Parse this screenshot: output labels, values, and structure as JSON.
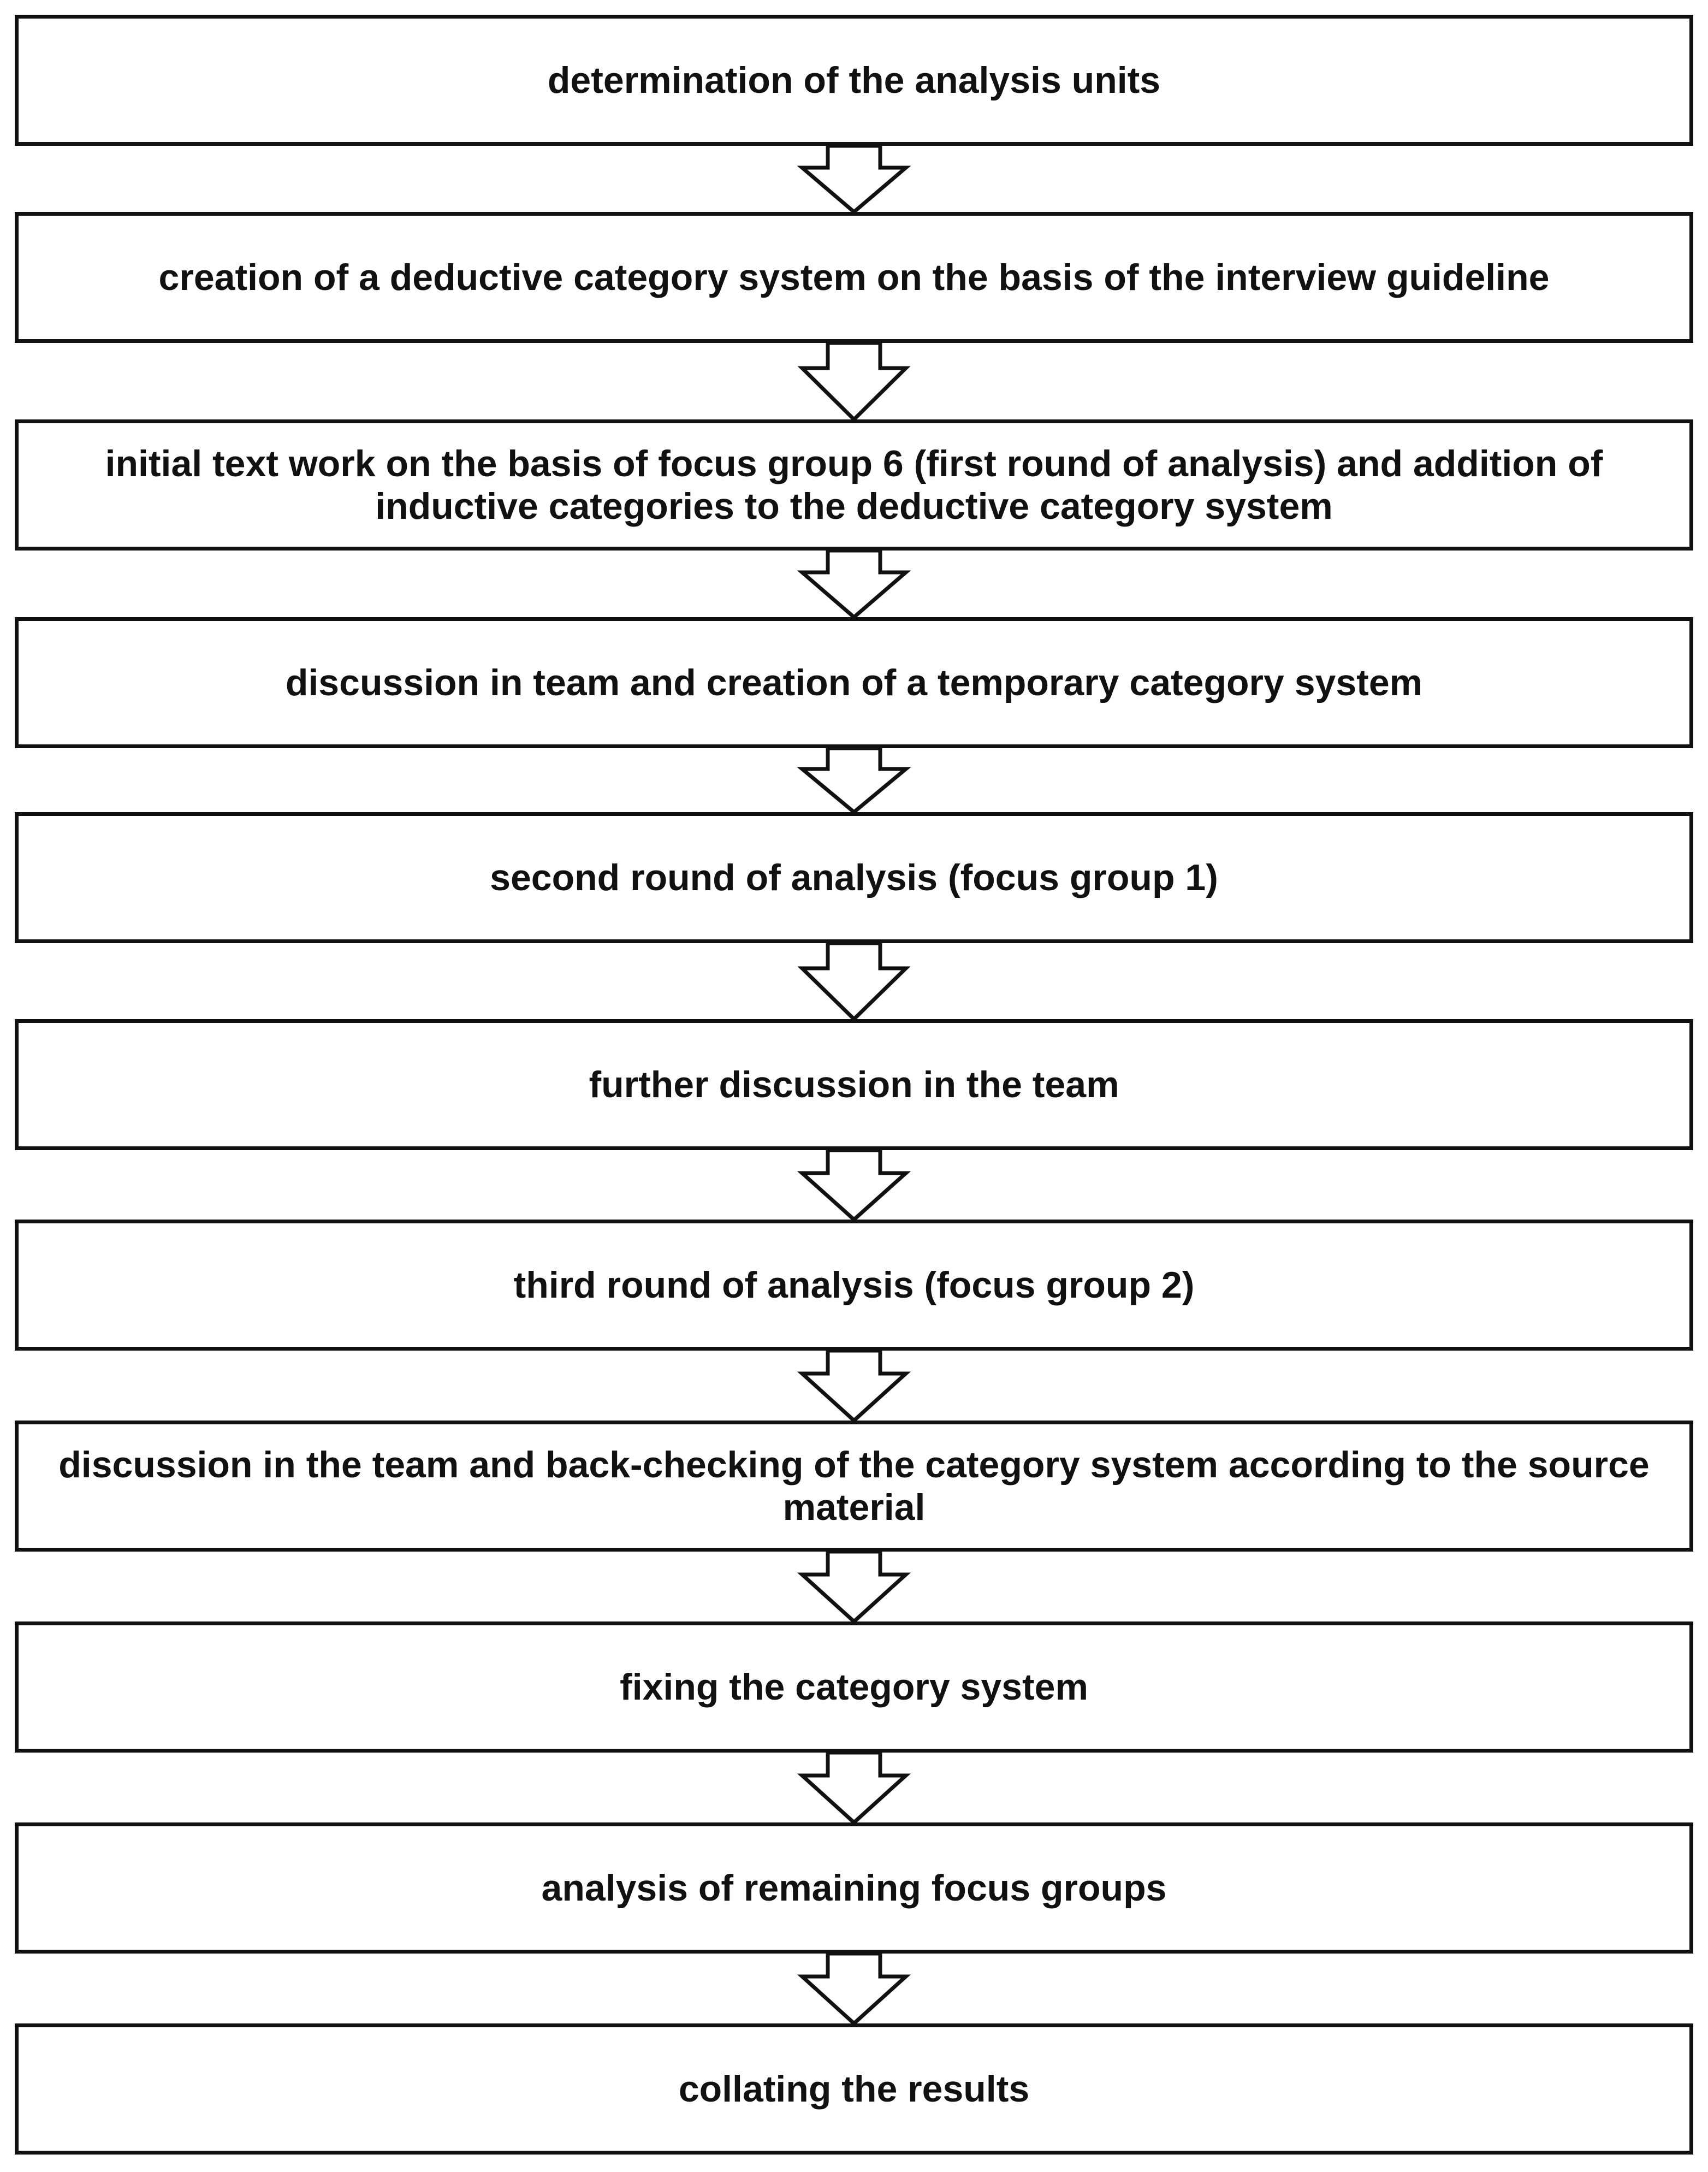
{
  "diagram": {
    "type": "vertical-flowchart",
    "connector": "hollow-down-arrow",
    "line_color": "#111111",
    "fill_color": "#ffffff",
    "steps": [
      {
        "label": "determination of the analysis units"
      },
      {
        "label": "creation of a deductive category system on the basis of the interview guideline"
      },
      {
        "label": "initial text work on the basis of focus group 6 (first round of analysis) and addition of inductive categories to the deductive category system"
      },
      {
        "label": "discussion in team and creation of a temporary category system"
      },
      {
        "label": "second round of analysis (focus group 1)"
      },
      {
        "label": "further discussion in the team"
      },
      {
        "label": "third round of analysis (focus group 2)"
      },
      {
        "label": "discussion in the team and back-checking of the category system according to the source material"
      },
      {
        "label": "fixing the category system"
      },
      {
        "label": "analysis of remaining focus groups"
      },
      {
        "label": "collating the results"
      }
    ]
  }
}
